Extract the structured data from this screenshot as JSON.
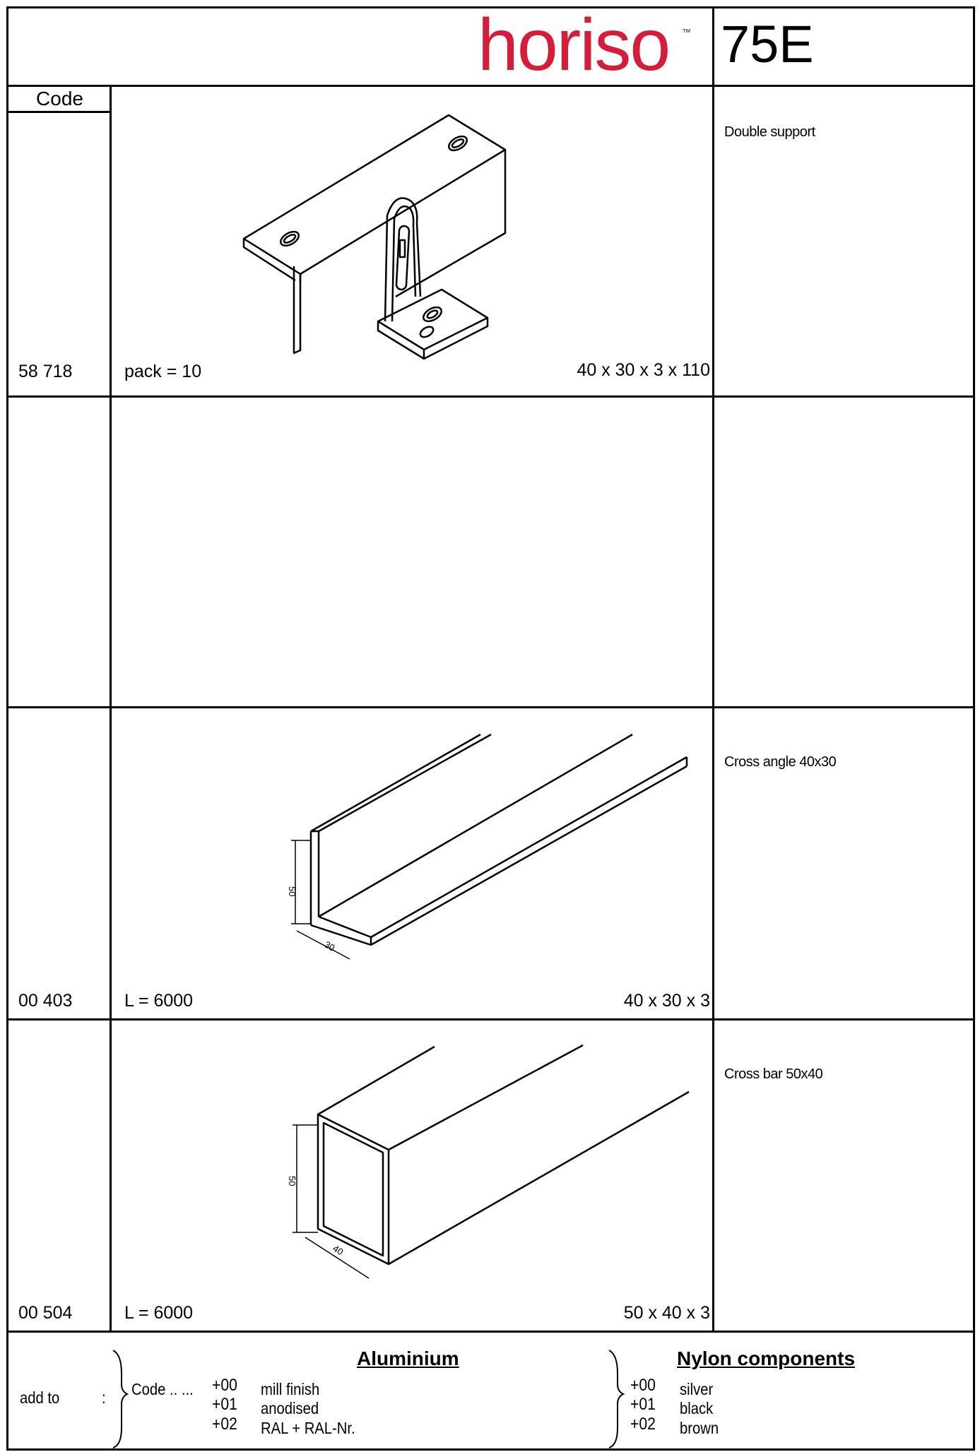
{
  "header": {
    "brand": "horiso",
    "trademark": "™",
    "series": "75E",
    "brand_color": "#d51c3a"
  },
  "table": {
    "code_header": "Code",
    "rows": [
      {
        "code": "58 718",
        "spec_left": "pack = 10",
        "spec_right": "40 x 30 x 3 x 110",
        "description": "Double support",
        "drawing": "double-support-bracket"
      },
      {
        "code": "",
        "spec_left": "",
        "spec_right": "",
        "description": "",
        "drawing": ""
      },
      {
        "code": "00 403",
        "spec_left": "L = 6000",
        "spec_right": "40 x 30 x 3",
        "description": "Cross angle  40x30",
        "drawing": "angle-profile"
      },
      {
        "code": "00 504",
        "spec_left": "L = 6000",
        "spec_right": "50 x 40 x 3",
        "description": "Cross bar 50x40",
        "drawing": "rectangular-tube"
      }
    ]
  },
  "drawing_labels": {
    "angle_height": "50",
    "angle_width": "30",
    "tube_height": "50",
    "tube_width": "40"
  },
  "footer": {
    "add_to": "add to",
    "colon": ":",
    "code_prefix": "Code .. ...",
    "aluminium": {
      "heading": "Aluminium",
      "options": [
        {
          "code": "+00",
          "label": "mill finish"
        },
        {
          "code": "+01",
          "label": "anodised"
        },
        {
          "code": "+02",
          "label": "RAL + RAL-Nr."
        }
      ]
    },
    "nylon": {
      "heading": "Nylon components",
      "options": [
        {
          "code": "+00",
          "label": "silver"
        },
        {
          "code": "+01",
          "label": "black"
        },
        {
          "code": "+02",
          "label": "brown"
        }
      ]
    }
  }
}
